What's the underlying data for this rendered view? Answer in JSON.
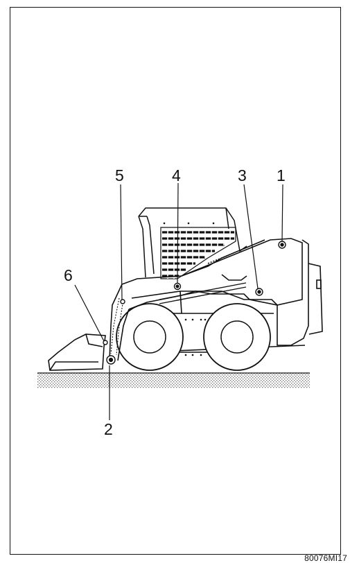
{
  "callouts": {
    "c1": "1",
    "c2": "2",
    "c3": "3",
    "c4": "4",
    "c5": "5",
    "c6": "6"
  },
  "figure_code": "80076MI17",
  "colors": {
    "line": "#111111",
    "ground_dot": "#8a8a8a",
    "background": "#ffffff"
  }
}
